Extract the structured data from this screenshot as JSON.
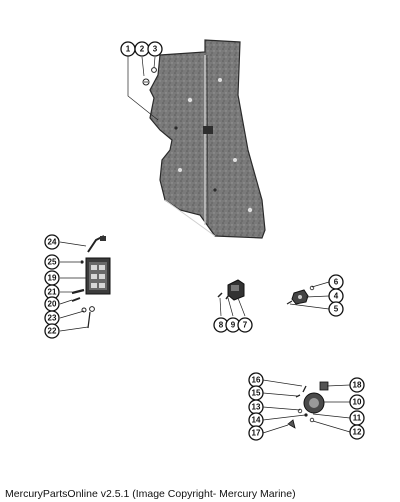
{
  "footer": {
    "text": "MercuryPartsOnline v2.5.1 (Image Copyright- Mercury Marine)"
  },
  "callouts": [
    "1",
    "2",
    "3",
    "4",
    "5",
    "6",
    "7",
    "8",
    "9",
    "10",
    "11",
    "12",
    "13",
    "14",
    "15",
    "16",
    "17",
    "18",
    "19",
    "20",
    "21",
    "22",
    "23",
    "24",
    "25"
  ]
}
